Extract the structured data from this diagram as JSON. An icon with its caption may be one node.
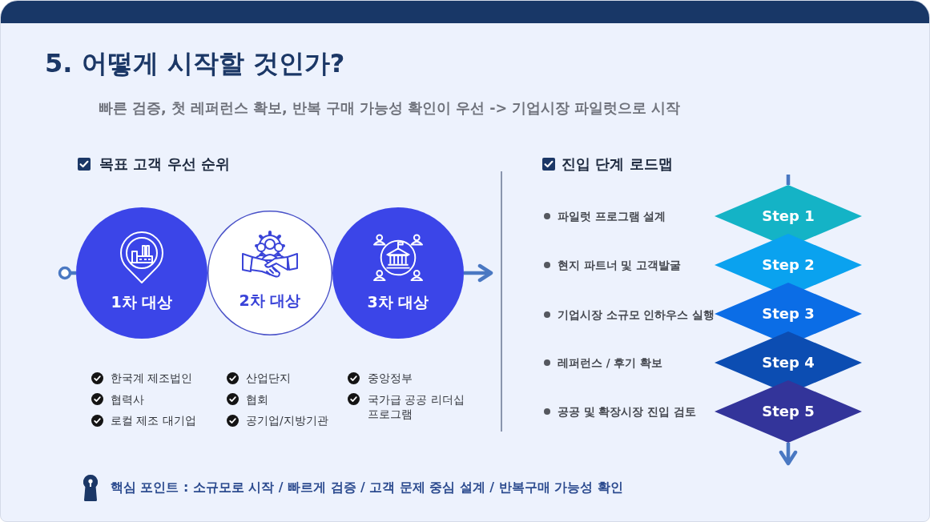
{
  "diagram": {
    "title": "5. 어떻게 시작할 것인가?",
    "nodes": [
      {
        "text": [
          "1차 대상"
        ],
        "beside": [
          "한국계 제조법인",
          "협력사",
          "로컬 제조 대기업"
        ]
      },
      {
        "text": [
          "2차 대상"
        ],
        "beside": [
          "산업단지",
          "협회",
          "공기업/지방기관"
        ]
      },
      {
        "text": [
          "3차 대상"
        ],
        "beside": [
          "중앙정부",
          "국가급 공공 리더십 프로그램"
        ]
      },
      {
        "text": [
          "Step 1"
        ]
      },
      {
        "text": [
          "Step 2"
        ]
      },
      {
        "text": [
          "Step 3"
        ]
      },
      {
        "text": [
          "Step 4"
        ]
      },
      {
        "text": [
          "Step 5"
        ]
      }
    ],
    "edges": [
      {
        "from": null,
        "to": 0,
        "arrow": "other"
      },
      {
        "from": 2,
        "to": null,
        "arrow": "to"
      },
      {
        "from": null,
        "to": 3,
        "arrow": "none"
      },
      {
        "from": 7,
        "to": null,
        "arrow": "to"
      }
    ],
    "labels": [
      "빠른 검증, 첫 레퍼런스 확보, 반복 구매 가능성 확인이 우선 -> 기업시장 파일럿으로 시작",
      "목표 고객 우선 순위",
      "진입 단계 로드맵",
      "파일럿 프로그램 설계",
      "현지 파트너 및 고객발굴",
      "기업시장 소규모 인하우스 실행",
      "레퍼런스 / 후기 확보",
      "공공 및 확장시장 진입 검토",
      "핵심 포인트 : 소규모로 시작 / 빠르게 검증 / 고객 문제 중심 설계 / 반복구매 가능성 확인"
    ]
  }
}
